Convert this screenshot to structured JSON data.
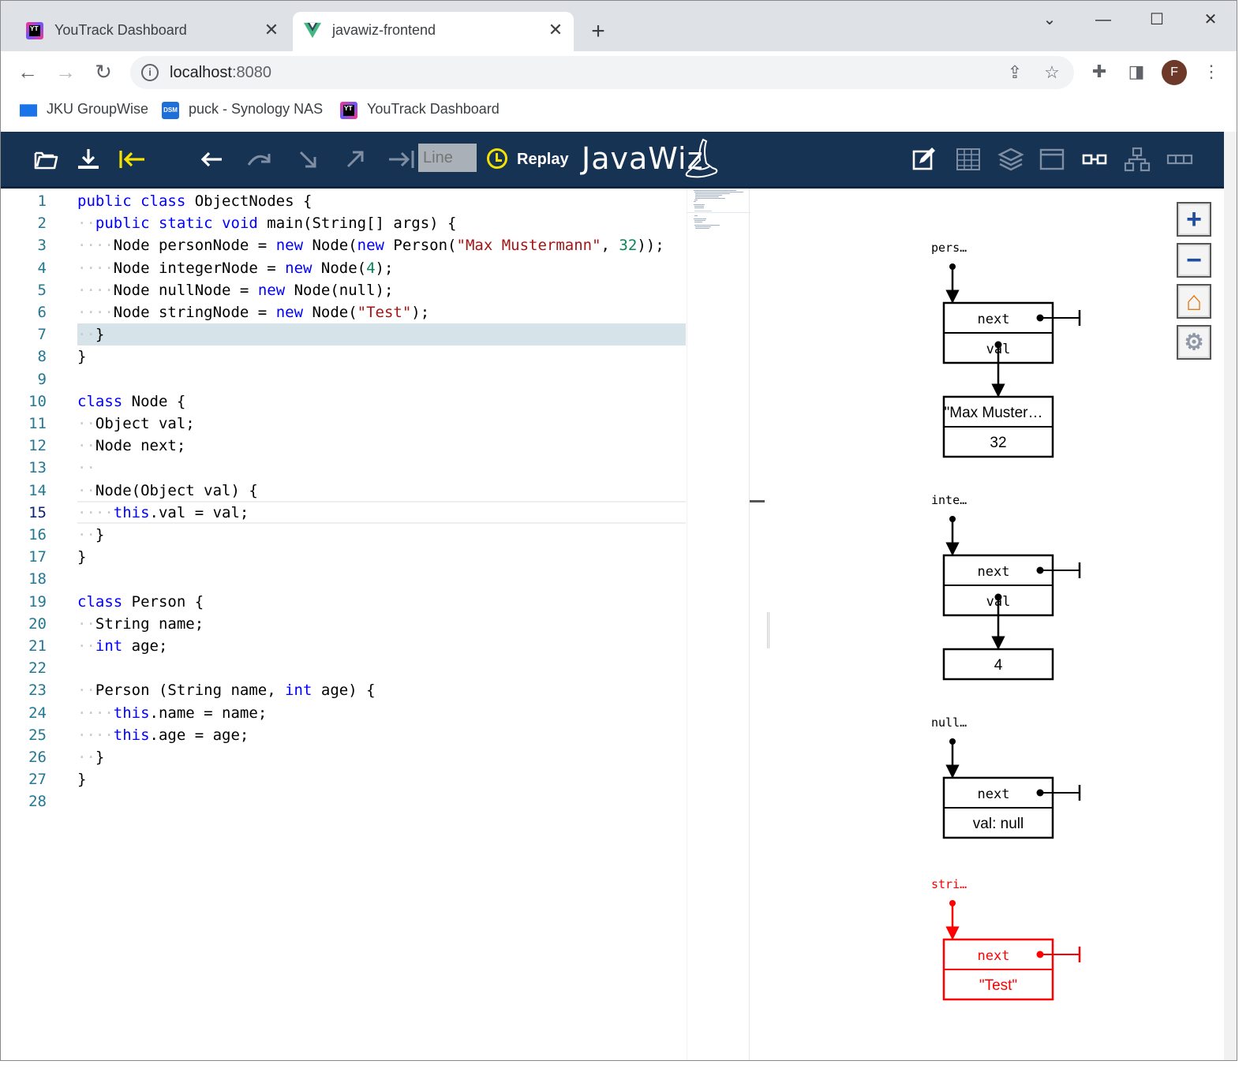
{
  "browser": {
    "tabs": [
      {
        "title": "YouTrack Dashboard",
        "active": false,
        "icon": "youtrack-icon"
      },
      {
        "title": "javawiz-frontend",
        "active": true,
        "icon": "vue-icon"
      }
    ],
    "url_host": "localhost",
    "url_port": ":8080",
    "bookmarks": [
      {
        "label": "JKU GroupWise",
        "icon": "mail-icon"
      },
      {
        "label": "puck - Synology NAS",
        "icon": "dsm-icon",
        "icon_text": "DSM"
      },
      {
        "label": "YouTrack Dashboard",
        "icon": "youtrack-icon"
      }
    ],
    "avatar_letter": "F",
    "youtrack_badge": "YT"
  },
  "toolbar": {
    "line_placeholder": "Line",
    "replay_label": "Replay",
    "brand": "JavaWiz"
  },
  "editor": {
    "current_line": 15,
    "highlighted_line": 7,
    "lines": [
      {
        "n": "1",
        "t": "public class ObjectNodes {"
      },
      {
        "n": "2",
        "t": "  public static void main(String[] args) {"
      },
      {
        "n": "3",
        "t": "    Node personNode = new Node(new Person(\"Max Mustermann\", 32));"
      },
      {
        "n": "4",
        "t": "    Node integerNode = new Node(4);"
      },
      {
        "n": "5",
        "t": "    Node nullNode = new Node(null);"
      },
      {
        "n": "6",
        "t": "    Node stringNode = new Node(\"Test\");"
      },
      {
        "n": "7",
        "t": "  }"
      },
      {
        "n": "8",
        "t": "}"
      },
      {
        "n": "9",
        "t": ""
      },
      {
        "n": "10",
        "t": "class Node {"
      },
      {
        "n": "11",
        "t": "  Object val;"
      },
      {
        "n": "12",
        "t": "  Node next;"
      },
      {
        "n": "13",
        "t": "  "
      },
      {
        "n": "14",
        "t": "  Node(Object val) {"
      },
      {
        "n": "15",
        "t": "    this.val = val;"
      },
      {
        "n": "16",
        "t": "  }"
      },
      {
        "n": "17",
        "t": "}"
      },
      {
        "n": "18",
        "t": ""
      },
      {
        "n": "19",
        "t": "class Person {"
      },
      {
        "n": "20",
        "t": "  String name;"
      },
      {
        "n": "21",
        "t": "  int age;"
      },
      {
        "n": "22",
        "t": ""
      },
      {
        "n": "23",
        "t": "  Person (String name, int age) {"
      },
      {
        "n": "24",
        "t": "    this.name = name;"
      },
      {
        "n": "25",
        "t": "    this.age = age;"
      },
      {
        "n": "26",
        "t": "  }"
      },
      {
        "n": "27",
        "t": "}"
      },
      {
        "n": "28",
        "t": ""
      }
    ]
  },
  "visualization": {
    "zoom_controls": [
      {
        "name": "zoom-in-button",
        "glyph": "+"
      },
      {
        "name": "zoom-out-button",
        "glyph": "−"
      },
      {
        "name": "home-button",
        "glyph": "⌂"
      },
      {
        "name": "settings-button",
        "glyph": "⚙"
      }
    ],
    "objects": [
      {
        "var": "pers…",
        "field1": "next",
        "field2": "val",
        "highlight": false,
        "target": {
          "rows": [
            "\"Max Muster…",
            "32"
          ]
        }
      },
      {
        "var": "inte…",
        "field1": "next",
        "field2": "val",
        "highlight": false,
        "target": {
          "rows": [
            "4"
          ]
        }
      },
      {
        "var": "null…",
        "field1": "next",
        "field2": "val: null",
        "highlight": false,
        "target": null
      },
      {
        "var": "stri…",
        "field1": "next",
        "field2": "\"Test\"",
        "highlight": true,
        "target": null
      }
    ],
    "colors": {
      "normal": "#000000",
      "highlight": "#ff0000"
    }
  }
}
